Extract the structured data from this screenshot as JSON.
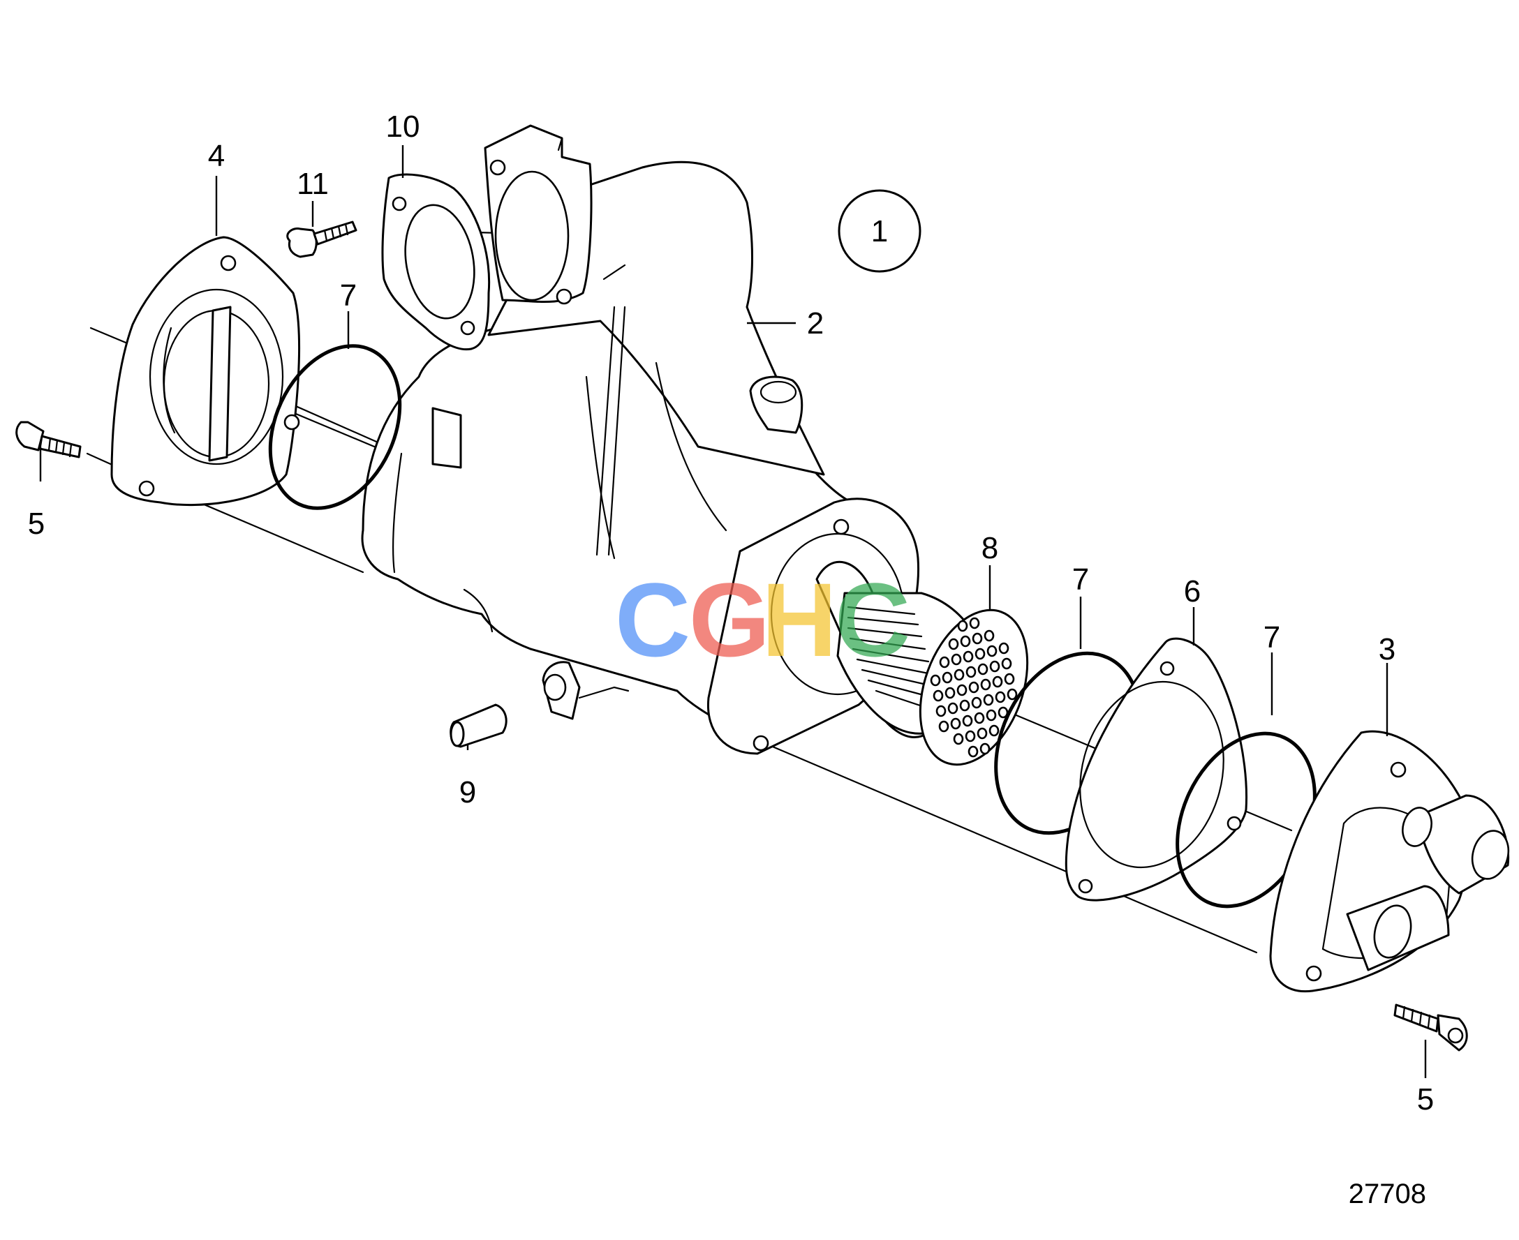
{
  "diagram": {
    "assembly_number": "1",
    "reference_number": "27708",
    "watermark": {
      "letters": [
        "C",
        "G",
        "H",
        "C"
      ],
      "colors": [
        "#4f8ef7",
        "#ee5a4f",
        "#f4c430",
        "#33a853"
      ]
    },
    "callouts": {
      "housing": "2",
      "end_cover_outlet": "3",
      "end_cover_inlet": "4",
      "screw_left": "5",
      "screw_right": "5",
      "gasket_plate": "6",
      "oring_left": "7",
      "oring_middle": "7",
      "oring_right": "7",
      "insert_core": "8",
      "plug": "9",
      "flange_gasket": "10",
      "flange_bolt": "11"
    }
  }
}
